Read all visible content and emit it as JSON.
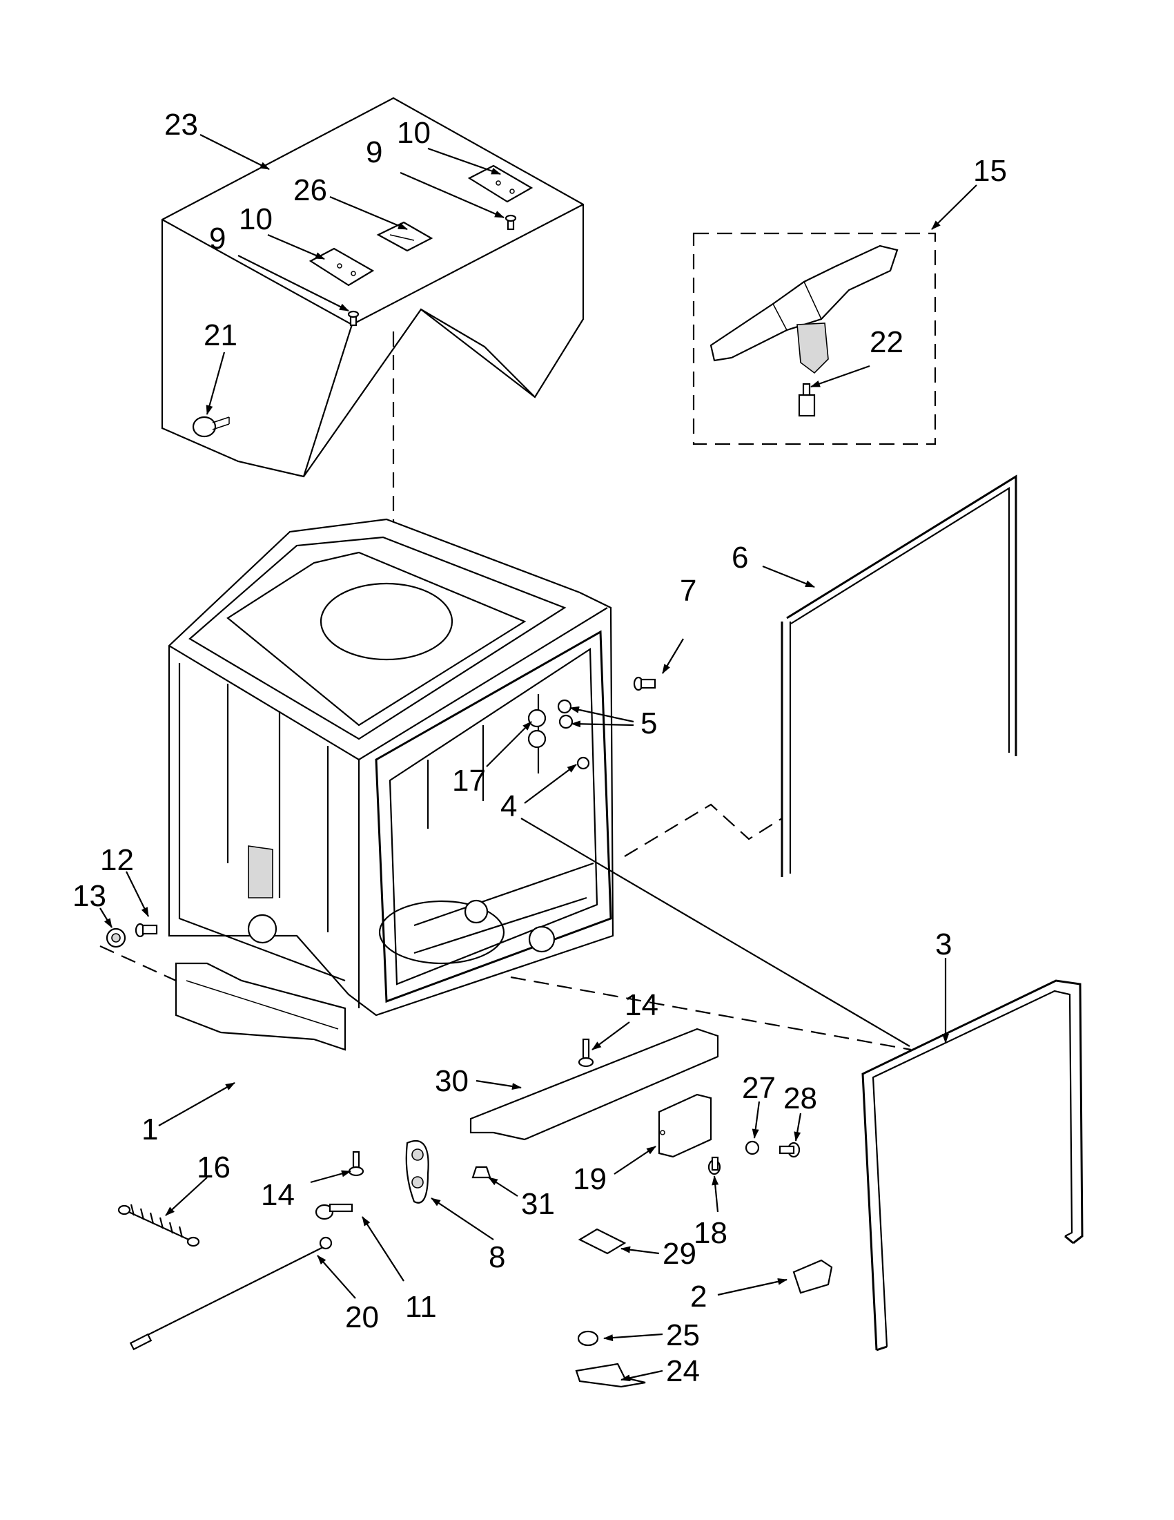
{
  "callouts": [
    "1",
    "2",
    "3",
    "4",
    "5",
    "6",
    "7",
    "8",
    "9",
    "9",
    "10",
    "10",
    "11",
    "12",
    "13",
    "14",
    "14",
    "15",
    "16",
    "17",
    "18",
    "19",
    "20",
    "21",
    "22",
    "23",
    "24",
    "25",
    "26",
    "27",
    "28",
    "29",
    "30",
    "31"
  ]
}
